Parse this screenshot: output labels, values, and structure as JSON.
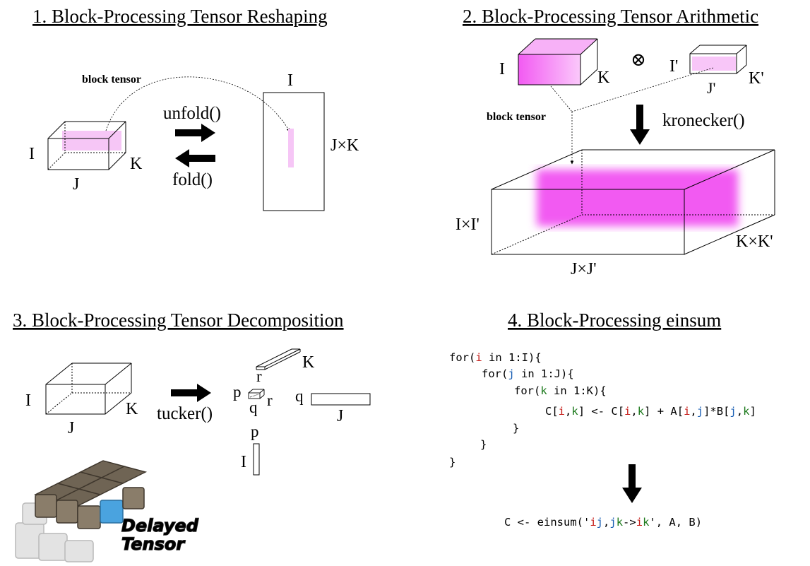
{
  "colors": {
    "block_pink": "#f3b7f3",
    "block_magenta": "#f25af2",
    "code_red": "#c41a16",
    "code_blue": "#1a5fb4",
    "code_green": "#1c7a1c",
    "logo_fill": "#e6b43a",
    "logo_cube_dark": "#6f6454",
    "logo_cube_blue": "#4aa3df"
  },
  "panel1": {
    "title": "1. Block-Processing Tensor Reshaping",
    "block_label": "block tensor",
    "unfold_label": "unfold()",
    "fold_label": "fold()",
    "dim_I": "I",
    "dim_J": "J",
    "dim_K": "K",
    "mat_top": "I",
    "mat_side": "J×K"
  },
  "panel2": {
    "title": "2. Block-Processing Tensor Arithmetic",
    "block_label": "block tensor",
    "op_symbol": "⊗",
    "func_label": "kronecker()",
    "a_I": "I",
    "a_K": "K",
    "b_I": "I'",
    "b_J": "J'",
    "b_K": "K'",
    "c_I": "I×I'",
    "c_J": "J×J'",
    "c_K": "K×K'"
  },
  "panel3": {
    "title": "3. Block-Processing Tensor Decomposition",
    "func_label": "tucker()",
    "dim_I": "I",
    "dim_J": "J",
    "dim_K": "K",
    "core_p": "p",
    "core_q": "q",
    "core_r": "r",
    "fk_r": "r",
    "fk_K": "K",
    "fj_q": "q",
    "fj_J": "J",
    "fi_p": "p",
    "fi_I": "I"
  },
  "panel4": {
    "title": "4. Block-Processing einsum",
    "code_lines": [
      [
        {
          "t": "for(",
          "c": "k"
        },
        {
          "t": "i",
          "c": "r"
        },
        {
          "t": " in 1:I){",
          "c": "k"
        }
      ],
      [
        {
          "t": "for(",
          "c": "k"
        },
        {
          "t": "j",
          "c": "b"
        },
        {
          "t": " in 1:J){",
          "c": "k"
        }
      ],
      [
        {
          "t": "for(",
          "c": "k"
        },
        {
          "t": "k",
          "c": "g"
        },
        {
          "t": " in 1:K){",
          "c": "k"
        }
      ],
      [
        {
          "t": "C[",
          "c": "k"
        },
        {
          "t": "i",
          "c": "r"
        },
        {
          "t": ",",
          "c": "k"
        },
        {
          "t": "k",
          "c": "g"
        },
        {
          "t": "] <- C[",
          "c": "k"
        },
        {
          "t": "i",
          "c": "r"
        },
        {
          "t": ",",
          "c": "k"
        },
        {
          "t": "k",
          "c": "g"
        },
        {
          "t": "] + A[",
          "c": "k"
        },
        {
          "t": "i",
          "c": "r"
        },
        {
          "t": ",",
          "c": "k"
        },
        {
          "t": "j",
          "c": "b"
        },
        {
          "t": "]*B[",
          "c": "k"
        },
        {
          "t": "j",
          "c": "b"
        },
        {
          "t": ",",
          "c": "k"
        },
        {
          "t": "k",
          "c": "g"
        },
        {
          "t": "]",
          "c": "k"
        }
      ],
      [
        {
          "t": "}",
          "c": "k"
        }
      ],
      [
        {
          "t": "}",
          "c": "k"
        }
      ],
      [
        {
          "t": "}",
          "c": "k"
        }
      ]
    ],
    "einsum_line": [
      {
        "t": "C <- einsum('",
        "c": "k"
      },
      {
        "t": "i",
        "c": "r"
      },
      {
        "t": "j",
        "c": "b"
      },
      {
        "t": ",",
        "c": "k"
      },
      {
        "t": "j",
        "c": "b"
      },
      {
        "t": "k",
        "c": "g"
      },
      {
        "t": "->",
        "c": "k"
      },
      {
        "t": "i",
        "c": "r"
      },
      {
        "t": "k",
        "c": "g"
      },
      {
        "t": "', A, B)",
        "c": "k"
      }
    ]
  },
  "logo": {
    "line1": "Delayed",
    "line2": "Tensor"
  }
}
